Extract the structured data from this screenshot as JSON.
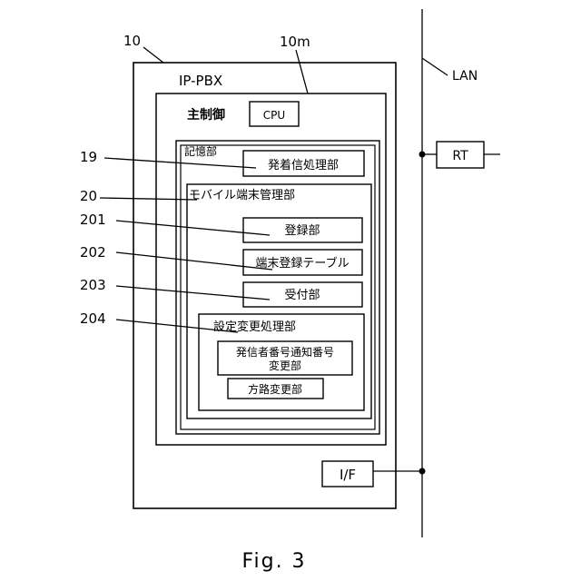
{
  "refs": {
    "r10": "10",
    "r10m": "10m",
    "r19": "19",
    "r20": "20",
    "r201": "201",
    "r202": "202",
    "r203": "203",
    "r204": "204"
  },
  "labels": {
    "ip_pbx": "IP-PBX",
    "main_control": "主制御",
    "cpu": "CPU",
    "storage": "記憶部",
    "call_processing": "発着信処理部",
    "mobile_terminal_mgmt": "モバイル端末管理部",
    "registration": "登録部",
    "terminal_reg_table": "端末登録テーブル",
    "reception": "受付部",
    "setting_change": "設定変更処理部",
    "caller_id_change_line1": "発信者番号通知番号",
    "caller_id_change_line2": "変更部",
    "route_change": "方路変更部",
    "interface": "I/F",
    "router": "RT",
    "lan": "LAN"
  },
  "caption": "Fig. 3"
}
